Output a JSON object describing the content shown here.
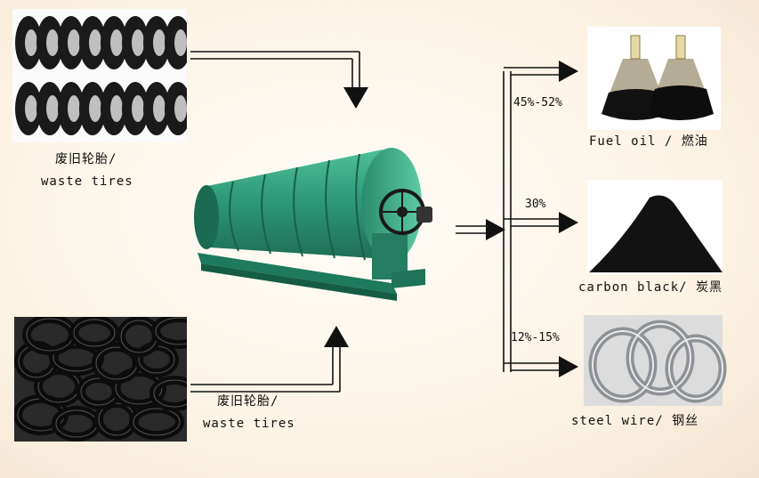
{
  "inputs": {
    "top_label_cn": "废旧轮胎/",
    "top_label_en": "waste tires",
    "bottom_label_cn": "废旧轮胎/",
    "bottom_label_en": "waste tires"
  },
  "outputs": [
    {
      "percent": "45%-52%",
      "label": "Fuel oil / 燃油"
    },
    {
      "percent": "30%",
      "label": "carbon black/ 炭黑"
    },
    {
      "percent": "12%-15%",
      "label": "steel wire/ 钢丝"
    }
  ],
  "colors": {
    "arrow": "#111111",
    "reactor": "#2e9a78",
    "reactor_dark": "#1f6f55",
    "tire": "#1a1a1a",
    "steel": "#b8bcc0"
  }
}
